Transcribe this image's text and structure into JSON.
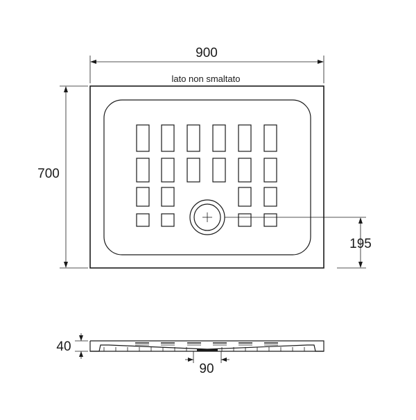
{
  "dimensions": {
    "width": "900",
    "depth": "700",
    "drain_offset": "195",
    "height": "40",
    "drain_diameter": "90"
  },
  "labels": {
    "unglazed_side": "lato non smaltato"
  },
  "colors": {
    "line": "#1a1a1a",
    "background": "#ffffff"
  },
  "icons": {
    "drain": "drain-circle-crosshair-icon"
  }
}
